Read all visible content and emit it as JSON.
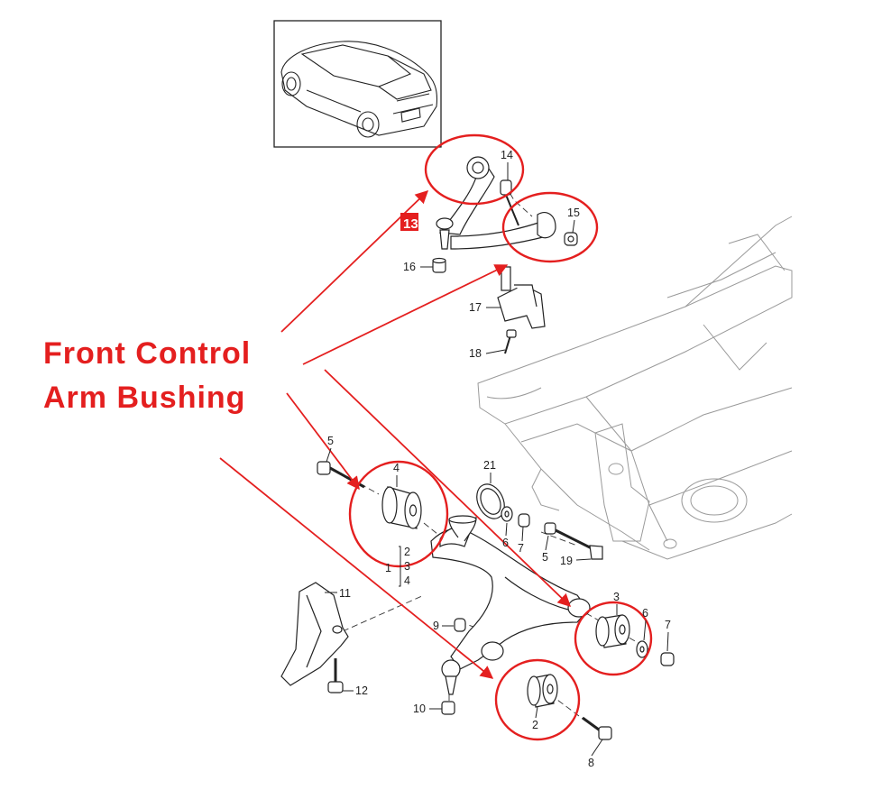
{
  "callout": {
    "line1": "Front Control",
    "line2": "Arm Bushing"
  },
  "highlight_color": "#e41f1f",
  "line_color": "#222222",
  "car_thumbnail": "car-icon",
  "part_numbers": {
    "p1": "1",
    "p2a": "2",
    "p3a": "3",
    "p4a": "4",
    "p2": "2",
    "p3": "3",
    "p4": "4",
    "p5a": "5",
    "p5b": "5",
    "p6a": "6",
    "p6b": "6",
    "p7a": "7",
    "p7b": "7",
    "p8": "8",
    "p9": "9",
    "p10": "10",
    "p11": "11",
    "p12": "12",
    "p13": "13",
    "p14": "14",
    "p15": "15",
    "p16": "16",
    "p17": "17",
    "p18": "18",
    "p19": "19",
    "p21": "21"
  }
}
